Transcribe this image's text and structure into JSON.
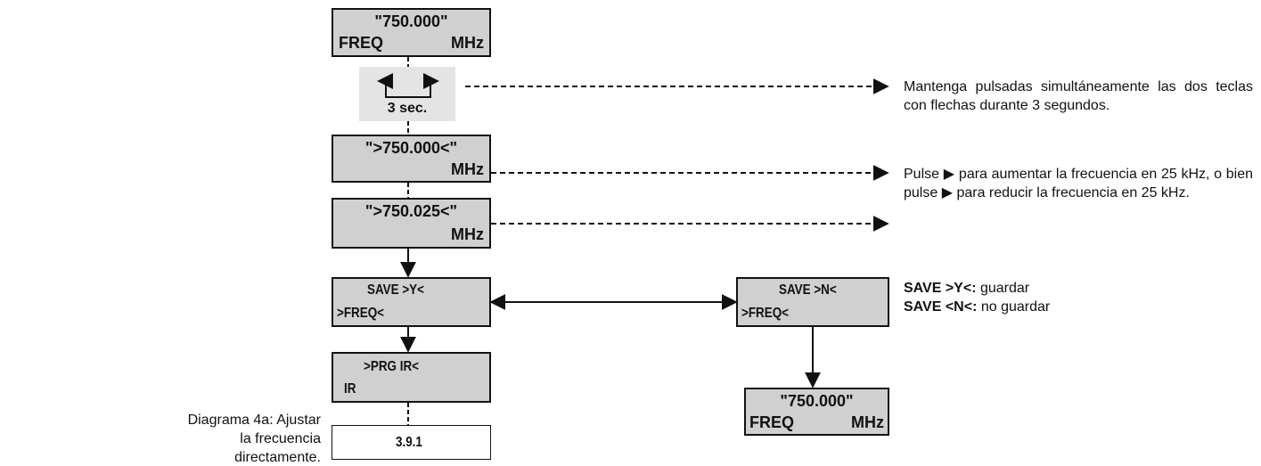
{
  "boxes": {
    "freq_start": {
      "line1": "\"750.000\"",
      "line2_left": "FREQ",
      "line2_right": "MHz"
    },
    "edit_1": {
      "line1": "\">750.000<\"",
      "line2": "MHz"
    },
    "edit_2": {
      "line1": "\">750.025<\"",
      "line2": "MHz"
    },
    "save_y": {
      "line1": "SAVE >Y<",
      "line2": ">FREQ<"
    },
    "save_n": {
      "line1": "SAVE >N<",
      "line2": ">FREQ<"
    },
    "prg_ir": {
      "line1": ">PRG IR<",
      "line2": "IR"
    },
    "ref": {
      "text": "3.9.1"
    },
    "freq_end": {
      "line1": "\"750.000\"",
      "line2_left": "FREQ",
      "line2_right": "MHz"
    }
  },
  "keys": {
    "hold_label": "3 sec."
  },
  "notes": {
    "hold": "Mantenga pulsadas simultáneamente las dos teclas con flechas durante 3 segundos.",
    "adjust": "Pulse ▶ para aumentar la frecuencia en 25 kHz, o bien pulse ▶ para reducir la frecuencia en 25 kHz.",
    "save_y_key": "SAVE >Y<:",
    "save_y_text": " guardar",
    "save_n_key": "SAVE <N<:",
    "save_n_text": " no guardar"
  },
  "caption": "Diagrama 4a: Ajustar la frecuencia directamente."
}
